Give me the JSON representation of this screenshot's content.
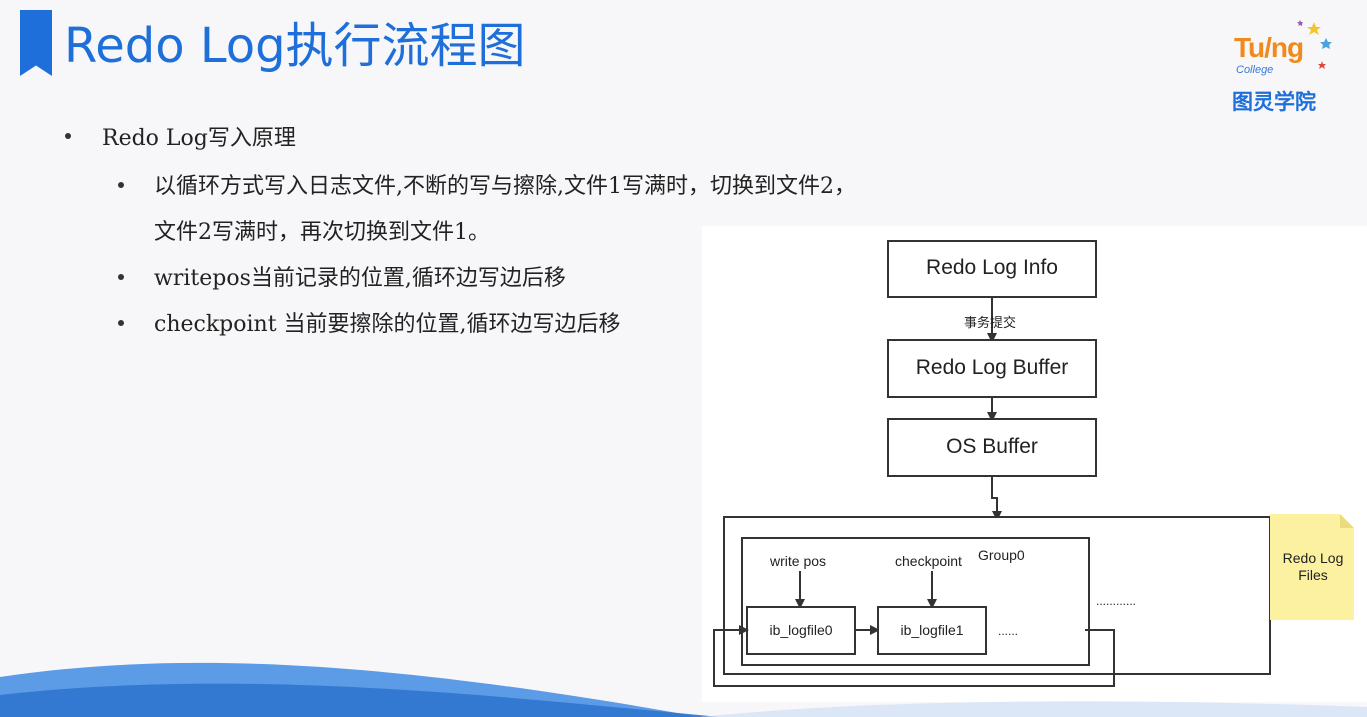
{
  "title": "Redo Log执行流程图",
  "logo": {
    "word": "Tu/ng",
    "sub": "College",
    "cn": "图灵学院"
  },
  "bullets": {
    "level1": "Redo Log写入原理",
    "items": [
      "以循环方式写入日志文件,不断的写与擦除,文件1写满时，切换到文件2，",
      "文件2写满时，再次切换到文件1。",
      "writepos当前记录的位置,循环边写边后移",
      "checkpoint 当前要擦除的位置,循环边写边后移"
    ]
  },
  "diagram": {
    "box_info": "Redo Log Info",
    "commit_label": "事务提交",
    "box_buffer": "Redo Log Buffer",
    "box_os": "OS Buffer",
    "group_label": "Group0",
    "write_pos": "write pos",
    "checkpoint": "checkpoint",
    "file0": "ib_logfile0",
    "file1": "ib_logfile1",
    "ellipsis_inner": "......",
    "ellipsis_outer": "............",
    "note": "Redo Log\nFiles"
  },
  "colors": {
    "title_blue": "#1e6fd9",
    "logo_orange": "#f08a1c",
    "note_yellow": "#fbf1a0",
    "wave_blue": "#4a90e2"
  }
}
